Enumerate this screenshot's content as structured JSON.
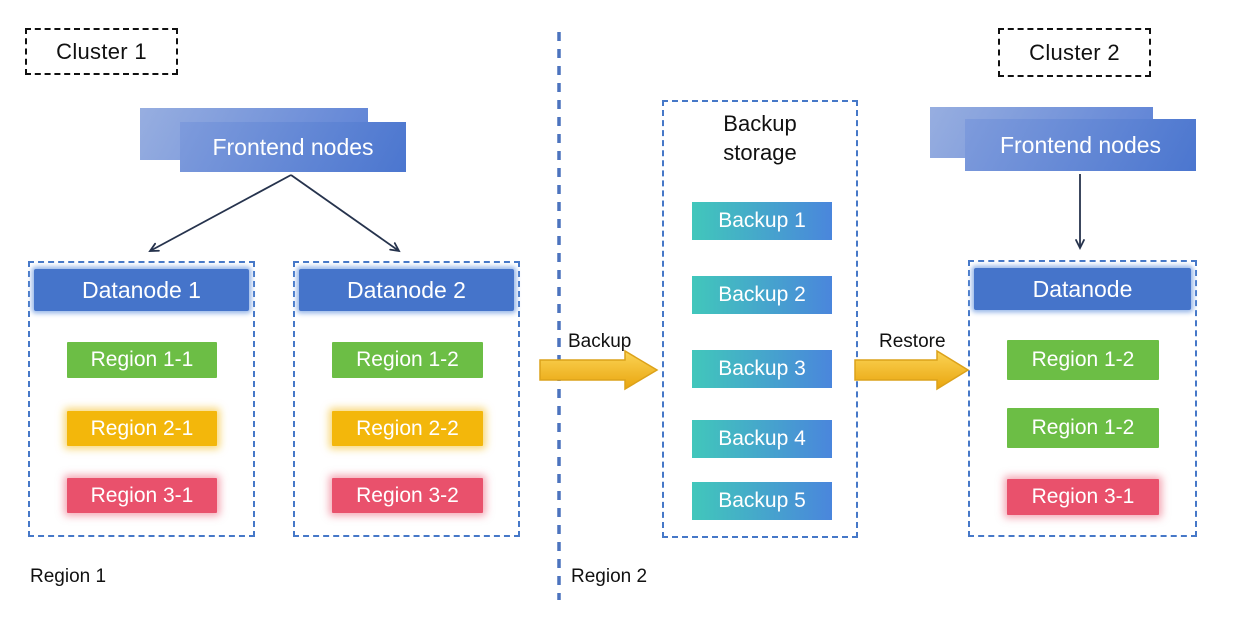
{
  "colors": {
    "dash_blue": "#4678C8",
    "divider_blue": "#4C73BE",
    "header_blue": "#4574CA",
    "green": "#6CBE45",
    "yellow": "#F3B70B",
    "red": "#E9516C",
    "backup_teal": "#41C7BB",
    "backup_blue": "#4A86DC",
    "frontend_back_light": "#97AEE0",
    "frontend_back_dark": "#5E83D6",
    "frontend_front_light": "#7E9BDC",
    "frontend_front_dark": "#4B76CF",
    "arrow_yellow_light": "#FBD456",
    "arrow_yellow_dark": "#E9A50E",
    "arrow_yellow_stroke": "#DCA21A",
    "thin_arrow": "#26334D"
  },
  "cluster1": {
    "label": "Cluster 1",
    "frontend_label": "Frontend nodes",
    "datanodes": [
      {
        "title": "Datanode 1",
        "regions": [
          {
            "label": "Region 1-1",
            "color": "green"
          },
          {
            "label": "Region 2-1",
            "color": "yellow"
          },
          {
            "label": "Region 3-1",
            "color": "red"
          }
        ]
      },
      {
        "title": "Datanode 2",
        "regions": [
          {
            "label": "Region 1-2",
            "color": "green"
          },
          {
            "label": "Region 2-2",
            "color": "yellow"
          },
          {
            "label": "Region 3-2",
            "color": "red"
          }
        ]
      }
    ]
  },
  "backup_storage": {
    "title": "Backup storage",
    "items": [
      "Backup 1",
      "Backup 2",
      "Backup 3",
      "Backup 4",
      "Backup 5"
    ]
  },
  "cluster2": {
    "label": "Cluster 2",
    "frontend_label": "Frontend nodes",
    "datanode": {
      "title": "Datanode",
      "regions": [
        {
          "label": "Region 1-2",
          "color": "green"
        },
        {
          "label": "Region 1-2",
          "color": "green"
        },
        {
          "label": "Region 3-1",
          "color": "red"
        }
      ]
    }
  },
  "flow_labels": {
    "backup": "Backup",
    "restore": "Restore"
  },
  "region_labels": {
    "left": "Region 1",
    "right": "Region 2"
  }
}
